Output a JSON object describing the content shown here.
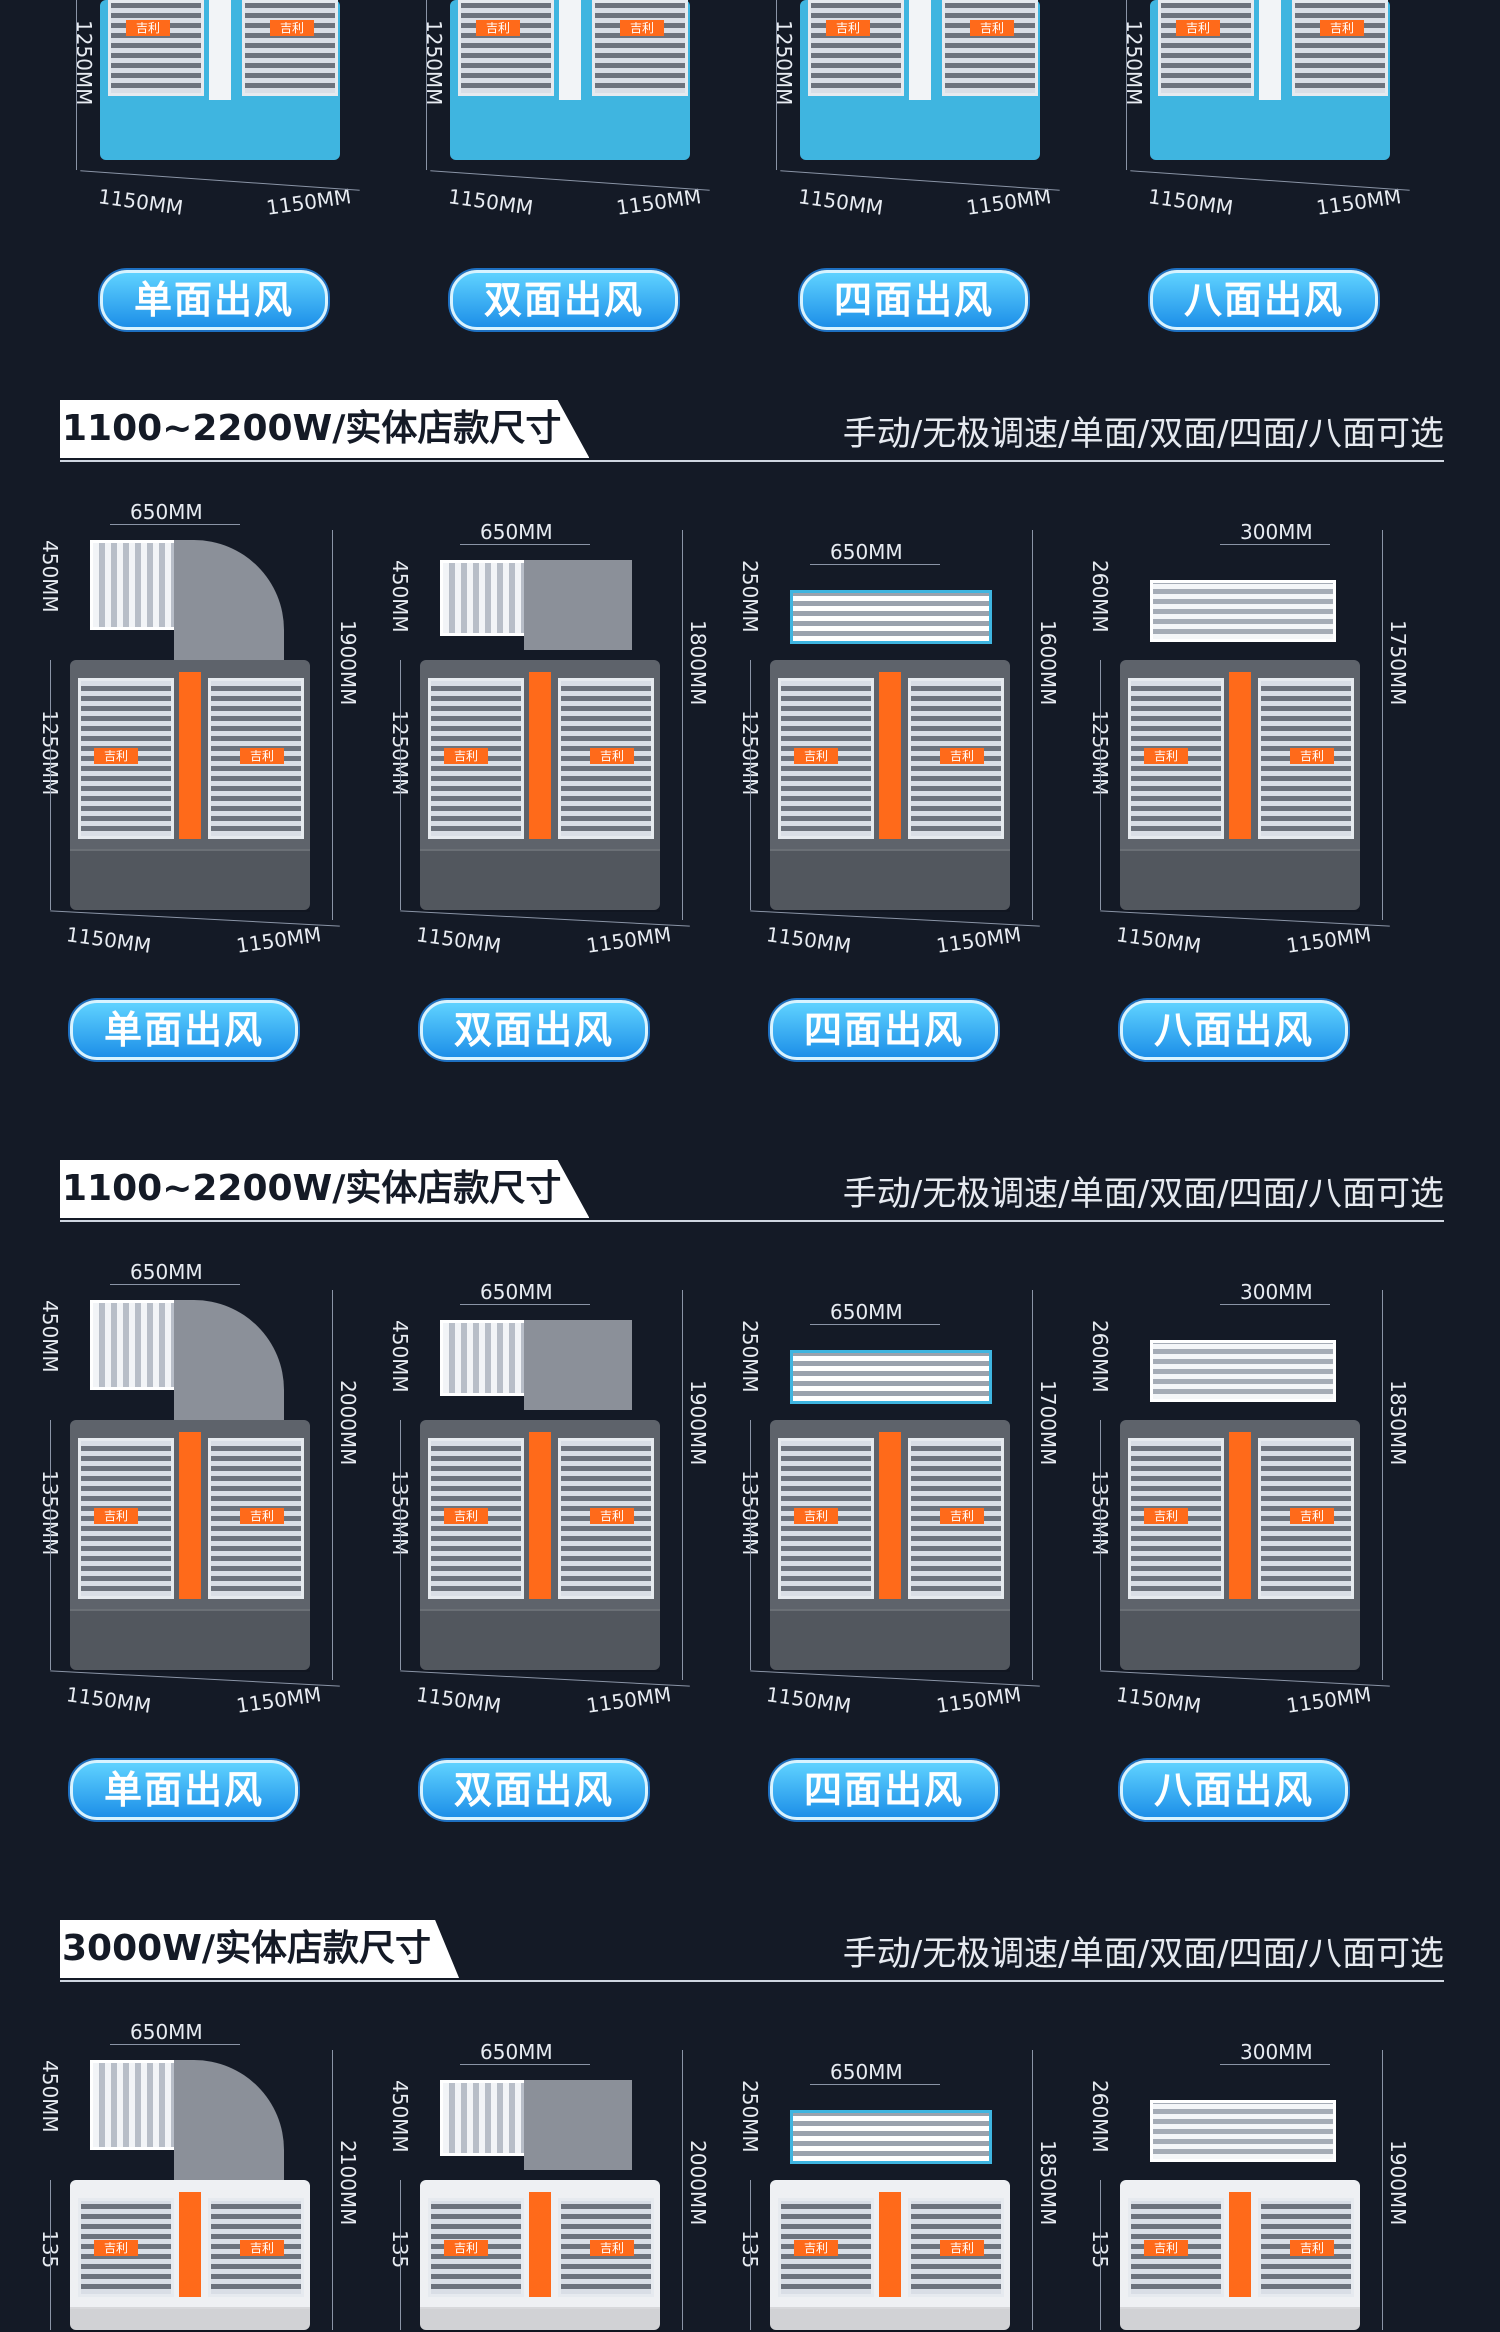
{
  "top_row": {
    "models": [
      {
        "h_left": "1250MM",
        "d_left": "1150MM",
        "d_right": "1150MM",
        "button": "单面出风"
      },
      {
        "h_left": "1250MM",
        "d_left": "1150MM",
        "d_right": "1150MM",
        "button": "双面出风"
      },
      {
        "h_left": "1250MM",
        "d_left": "1150MM",
        "d_right": "1150MM",
        "button": "四面出风"
      },
      {
        "h_left": "1250MM",
        "d_left": "1150MM",
        "d_right": "1150MM",
        "button": "八面出风"
      }
    ],
    "brand_tag": "吉利",
    "color": "#3fb5e0"
  },
  "sections": [
    {
      "title": "1100~2200W/实体店款尺寸",
      "subtitle": "手动/无极调速/单面/双面/四面/八面可选",
      "body_color": "#5e636b",
      "accent": "#ff6a1a",
      "brand_tag": "吉利",
      "models": [
        {
          "top_w": "650MM",
          "top_h": "450MM",
          "body_h": "1250MM",
          "total_h": "1900MM",
          "d_left": "1150MM",
          "d_right": "1150MM",
          "button": "单面出风",
          "kind": "single"
        },
        {
          "top_w": "650MM",
          "top_h": "450MM",
          "body_h": "1250MM",
          "total_h": "1800MM",
          "d_left": "1150MM",
          "d_right": "1150MM",
          "button": "双面出风",
          "kind": "double"
        },
        {
          "top_w": "650MM",
          "top_h": "250MM",
          "body_h": "1250MM",
          "total_h": "1600MM",
          "d_left": "1150MM",
          "d_right": "1150MM",
          "button": "四面出风",
          "kind": "four"
        },
        {
          "top_w": "300MM",
          "top_h": "260MM",
          "body_h": "1250MM",
          "total_h": "1750MM",
          "d_left": "1150MM",
          "d_right": "1150MM",
          "button": "八面出风",
          "kind": "eight"
        }
      ]
    },
    {
      "title": "1100~2200W/实体店款尺寸",
      "subtitle": "手动/无极调速/单面/双面/四面/八面可选",
      "body_color": "#5e636b",
      "accent": "#ff6a1a",
      "brand_tag": "吉利",
      "models": [
        {
          "top_w": "650MM",
          "top_h": "450MM",
          "body_h": "1350MM",
          "total_h": "2000MM",
          "d_left": "1150MM",
          "d_right": "1150MM",
          "button": "单面出风",
          "kind": "single"
        },
        {
          "top_w": "650MM",
          "top_h": "450MM",
          "body_h": "1350MM",
          "total_h": "1900MM",
          "d_left": "1150MM",
          "d_right": "1150MM",
          "button": "双面出风",
          "kind": "double"
        },
        {
          "top_w": "650MM",
          "top_h": "250MM",
          "body_h": "1350MM",
          "total_h": "1700MM",
          "d_left": "1150MM",
          "d_right": "1150MM",
          "button": "四面出风",
          "kind": "four"
        },
        {
          "top_w": "300MM",
          "top_h": "260MM",
          "body_h": "1350MM",
          "total_h": "1850MM",
          "d_left": "1150MM",
          "d_right": "1150MM",
          "button": "八面出风",
          "kind": "eight"
        }
      ]
    },
    {
      "title": "3000W/实体店款尺寸",
      "subtitle": "手动/无极调速/单面/双面/四面/八面可选",
      "body_color": "#eef0f3",
      "accent": "#ff6a1a",
      "brand_tag": "吉利",
      "models": [
        {
          "top_w": "650MM",
          "top_h": "450MM",
          "body_h": "135",
          "total_h": "2100MM",
          "button": "",
          "kind": "single"
        },
        {
          "top_w": "650MM",
          "top_h": "450MM",
          "body_h": "135",
          "total_h": "2000MM",
          "button": "",
          "kind": "double"
        },
        {
          "top_w": "650MM",
          "top_h": "250MM",
          "body_h": "135",
          "total_h": "1850MM",
          "button": "",
          "kind": "four"
        },
        {
          "top_w": "300MM",
          "top_h": "260MM",
          "body_h": "135",
          "total_h": "1900MM",
          "button": "",
          "kind": "eight"
        }
      ]
    }
  ]
}
